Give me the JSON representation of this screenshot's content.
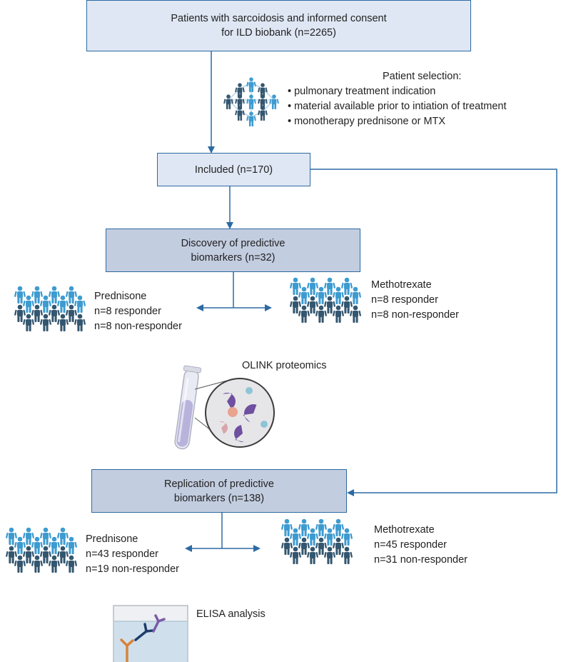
{
  "boxes": {
    "top_line1": "Patients with sarcoidosis and informed consent",
    "top_line2": "for ILD biobank (n=2265)",
    "included": "Included (n=170)",
    "discovery_line1": "Discovery of predictive",
    "discovery_line2": "biomarkers (n=32)",
    "replication_line1": "Replication of predictive",
    "replication_line2": "biomarkers (n=138)"
  },
  "selection": {
    "title": "Patient selection:",
    "criteria": [
      "• pulmonary treatment indication",
      "• material available prior to intiation of treatment",
      "• monotherapy prednisone or MTX"
    ]
  },
  "discovery_groups": {
    "prednisone": {
      "name": "Prednisone",
      "responder": "n=8 responder",
      "nonresponder": "n=8 non-responder"
    },
    "methotrexate": {
      "name": "Methotrexate",
      "responder": "n=8 responder",
      "nonresponder": "n=8 non-responder"
    }
  },
  "replication_groups": {
    "prednisone": {
      "name": "Prednisone",
      "responder": "n=43 responder",
      "nonresponder": "n=19 non-responder"
    },
    "methotrexate": {
      "name": "Methotrexate",
      "responder": "n=45 responder",
      "nonresponder": "n=31 non-responder"
    }
  },
  "assays": {
    "olink": "OLINK proteomics",
    "elisa": "ELISA analysis"
  },
  "colors": {
    "arrow": "#2d6aa3",
    "responder_person": "#3d9bd0",
    "nonresponder_person": "#34566f",
    "box_light": "#dfe7f4",
    "box_mid": "#c3cde0"
  }
}
